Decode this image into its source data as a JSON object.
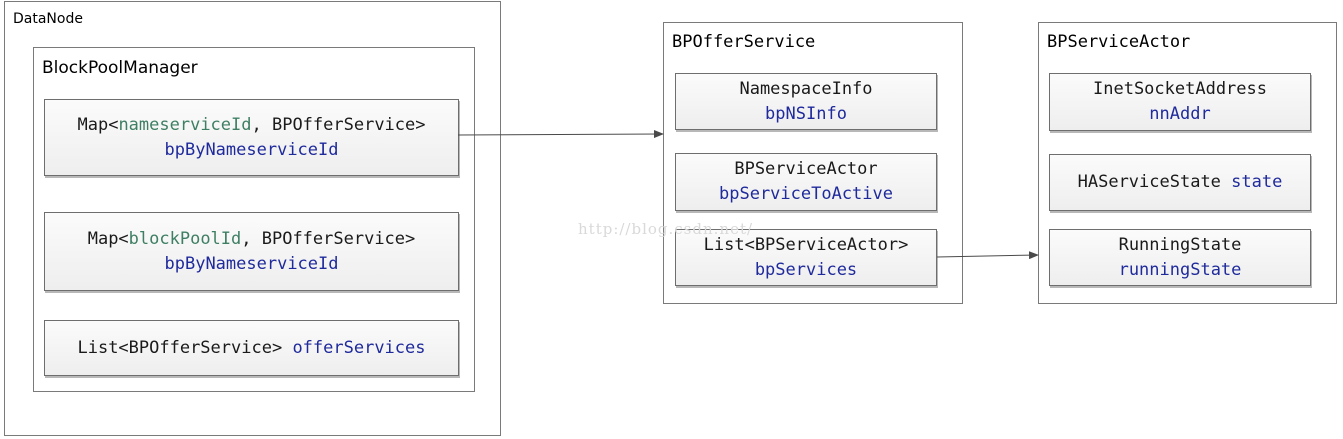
{
  "datanode": {
    "title": "DataNode",
    "block_pool_manager": {
      "title": "BlockPoolManager",
      "fields": [
        {
          "prefix": "Map<",
          "param": "nameserviceId",
          "suffix": ", BPOfferService>",
          "var": "bpByNameserviceId"
        },
        {
          "prefix": "Map<",
          "param": "blockPoolId",
          "suffix": ", BPOfferService>",
          "var": "bpByNameserviceId"
        },
        {
          "type": "List<BPOfferService>",
          "var": "offerServices"
        }
      ]
    }
  },
  "bp_offer_service": {
    "title": "BPOfferService",
    "fields": [
      {
        "type": "NamespaceInfo",
        "var": "bpNSInfo"
      },
      {
        "type": "BPServiceActor",
        "var": "bpServiceToActive"
      },
      {
        "type": "List<BPServiceActor>",
        "var": "bpServices"
      }
    ]
  },
  "bp_service_actor": {
    "title": "BPServiceActor",
    "fields": [
      {
        "type": "InetSocketAddress",
        "var": "nnAddr"
      },
      {
        "type": "HAServiceState",
        "var": "state"
      },
      {
        "type": "RunningState",
        "var": "runningState"
      }
    ]
  },
  "watermark": "http://blog.csdn.net/",
  "colors": {
    "generic_param": "#3e7f63",
    "variable": "#1f2a9c",
    "border": "#7a7a7a",
    "connector": "#4a4a4a"
  }
}
